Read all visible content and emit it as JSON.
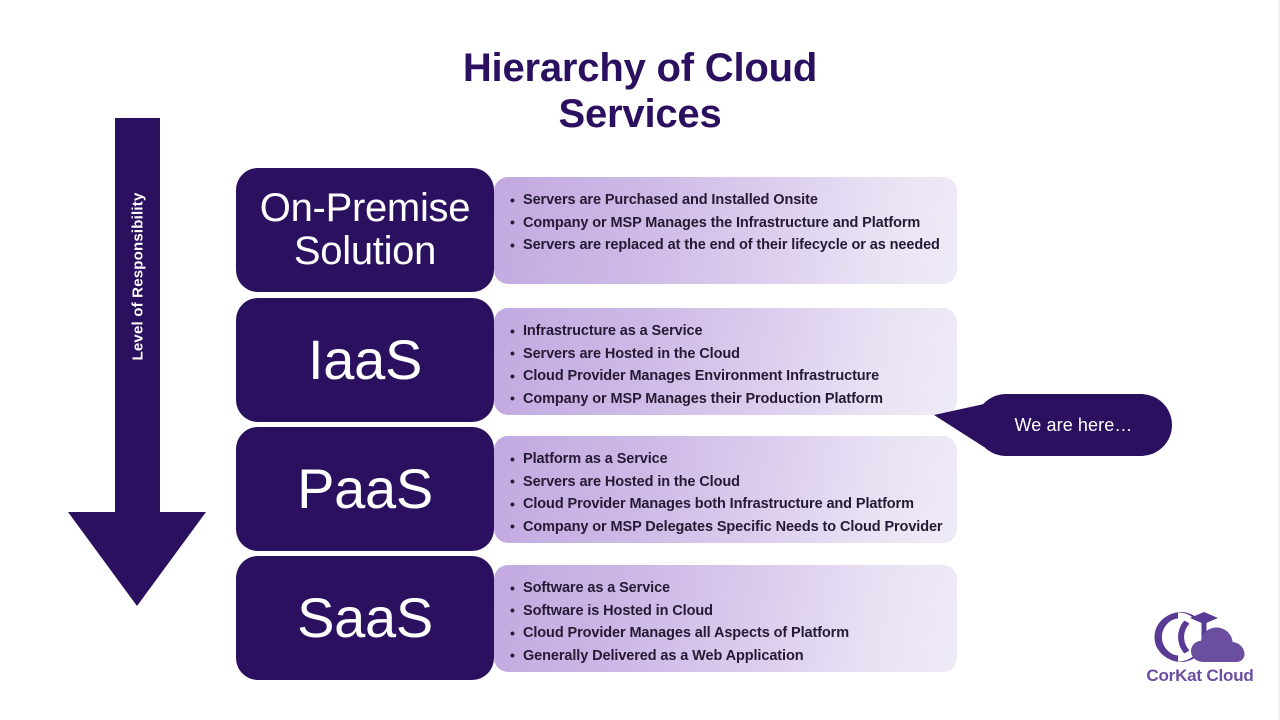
{
  "slide": {
    "title": "Hierarchy of Cloud\nServices",
    "background_color": "#ffffff",
    "accent_color": "#2b1060",
    "panel_gradient_start": "#c2a9e0",
    "panel_gradient_end": "#efeaf7",
    "bullet_text_color": "#241a33",
    "logo_text_color": "#6b4ea0"
  },
  "axis": {
    "label": "Level of Responsibility",
    "direction_icon": "down-arrow-icon"
  },
  "rows": [
    {
      "tile_label": "On-Premise\nSolution",
      "bullets": [
        "Servers are Purchased and Installed Onsite",
        "Company or MSP Manages the Infrastructure and Platform",
        "Servers are replaced at the end of their lifecycle or as needed"
      ]
    },
    {
      "tile_label": "IaaS",
      "bullets": [
        "Infrastructure as a Service",
        "Servers are Hosted in the Cloud",
        "Cloud Provider Manages Environment Infrastructure",
        "Company or MSP Manages their Production Platform"
      ]
    },
    {
      "tile_label": "PaaS",
      "bullets": [
        "Platform as a Service",
        "Servers are Hosted in the Cloud",
        "Cloud Provider Manages both Infrastructure and Platform",
        "Company or MSP Delegates Specific Needs to Cloud Provider"
      ]
    },
    {
      "tile_label": "SaaS",
      "bullets": [
        "Software as a Service",
        "Software is Hosted in Cloud",
        "Cloud Provider Manages all Aspects of Platform",
        "Generally Delivered as a Web Application"
      ]
    }
  ],
  "callout": {
    "text": "We are here…",
    "points_at_row": "IaaS"
  },
  "logo": {
    "text": "CorKat Cloud",
    "mark": "cloud-icon"
  }
}
